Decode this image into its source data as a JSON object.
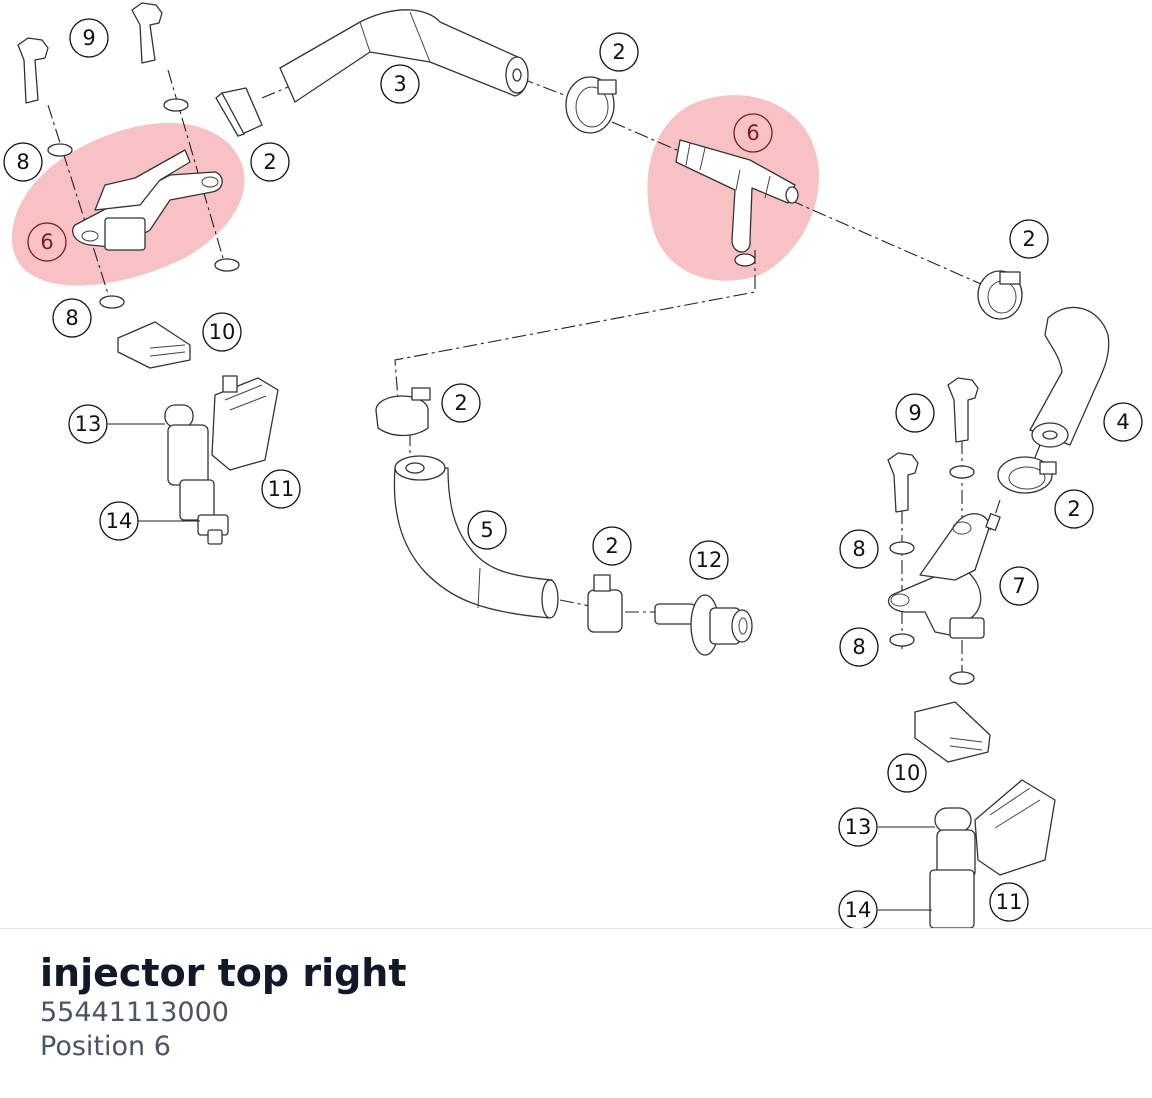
{
  "part": {
    "name": "injector top right",
    "number": "55441113000",
    "position": "Position 6"
  },
  "diagram": {
    "highlight_color": "#e8424a",
    "callouts": {
      "c9a": "9",
      "c9b": "9",
      "c8a": "8",
      "c8b": "8",
      "c8c": "8",
      "c8d": "8",
      "c2a": "2",
      "c2b": "2",
      "c2c": "2",
      "c2d": "2",
      "c2e": "2",
      "c2f": "2",
      "c3": "3",
      "c4": "4",
      "c5": "5",
      "c6a": "6",
      "c6b": "6",
      "c7": "7",
      "c10a": "10",
      "c10b": "10",
      "c11a": "11",
      "c11b": "11",
      "c12": "12",
      "c13a": "13",
      "c13b": "13",
      "c14a": "14",
      "c14b": "14"
    }
  }
}
